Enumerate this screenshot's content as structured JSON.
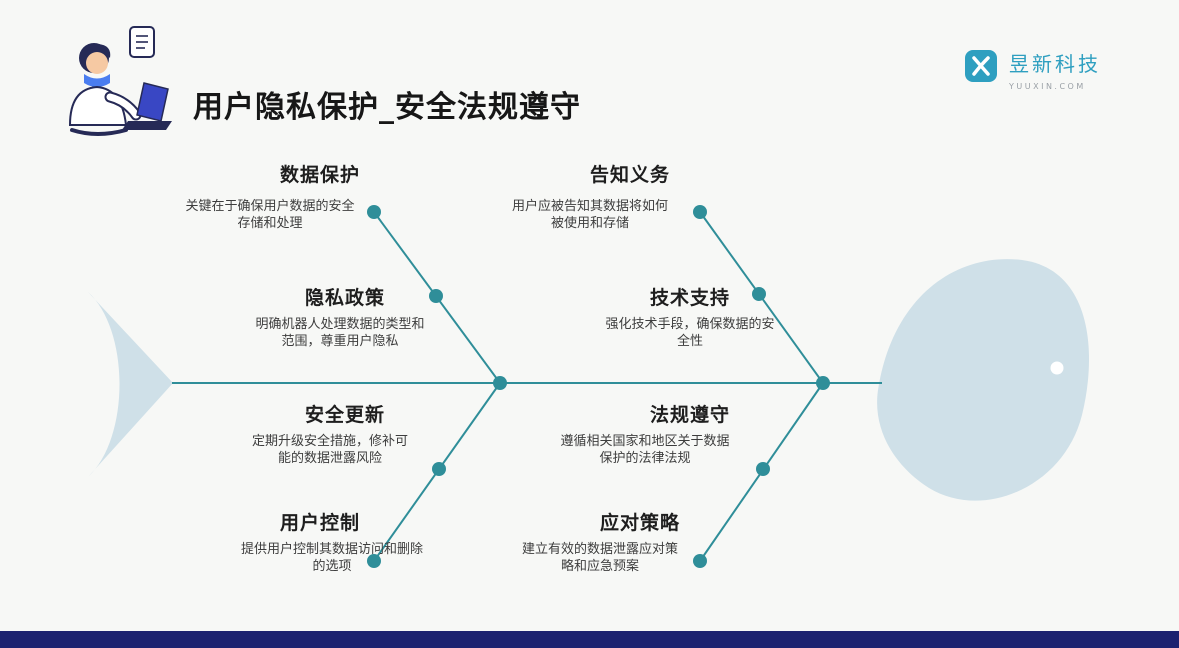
{
  "header": {
    "title": "用户隐私保护_安全法规遵守"
  },
  "brand": {
    "name": "昱新科技",
    "domain": "YUUXIN.COM"
  },
  "theme": {
    "line_color": "#2f8e99",
    "node_color": "#2f8e99",
    "fish_fill": "#cfe0e8",
    "footer_navy": "#1c2270",
    "brand_teal": "#2e9fc0"
  },
  "diagram": {
    "type": "fishbone",
    "branches": [
      {
        "id": "data-protection",
        "title": "数据保护",
        "desc": "关键在于确保用户数据的安全\n存储和处理"
      },
      {
        "id": "privacy-policy",
        "title": "隐私政策",
        "desc": "明确机器人处理数据的类型和\n范围，尊重用户隐私"
      },
      {
        "id": "security-updates",
        "title": "安全更新",
        "desc": "定期升级安全措施，修补可\n能的数据泄露风险"
      },
      {
        "id": "user-control",
        "title": "用户控制",
        "desc": "提供用户控制其数据访问和删除\n的选项"
      },
      {
        "id": "notification-duty",
        "title": "告知义务",
        "desc": "用户应被告知其数据将如何\n被使用和存储"
      },
      {
        "id": "tech-support",
        "title": "技术支持",
        "desc": "强化技术手段，确保数据的安\n全性"
      },
      {
        "id": "regulation-compliance",
        "title": "法规遵守",
        "desc": "遵循相关国家和地区关于数据\n保护的法律法规"
      },
      {
        "id": "response-strategy",
        "title": "应对策略",
        "desc": "建立有效的数据泄露应对策\n略和应急预案"
      }
    ]
  }
}
